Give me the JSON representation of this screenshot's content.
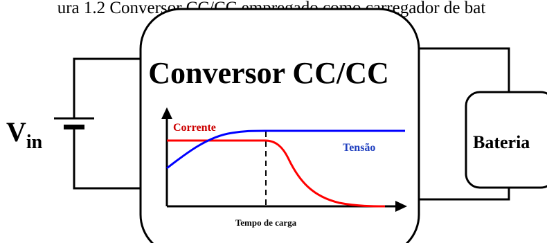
{
  "caption": "ura 1.2 Conversor CC/CC empregado como carregador de bat",
  "source": {
    "label_main": "V",
    "label_sub": "in"
  },
  "converter": {
    "title": "Conversor CC/CC"
  },
  "battery": {
    "label": "Bateria"
  },
  "chart_data": {
    "type": "line",
    "xlabel": "Tempo de carga",
    "ylabel": "",
    "series": [
      {
        "name": "Corrente",
        "color": "#ff0000",
        "shape": "constant then decay"
      },
      {
        "name": "Tensão",
        "color": "#0000ff",
        "shape": "rise then constant"
      }
    ],
    "marker": "dashed vertical line at transition"
  },
  "colors": {
    "line": "#000000",
    "current": "#ff0000",
    "voltage": "#0000ff",
    "current_label": "#cc0000",
    "voltage_label": "#1f3fbf"
  }
}
